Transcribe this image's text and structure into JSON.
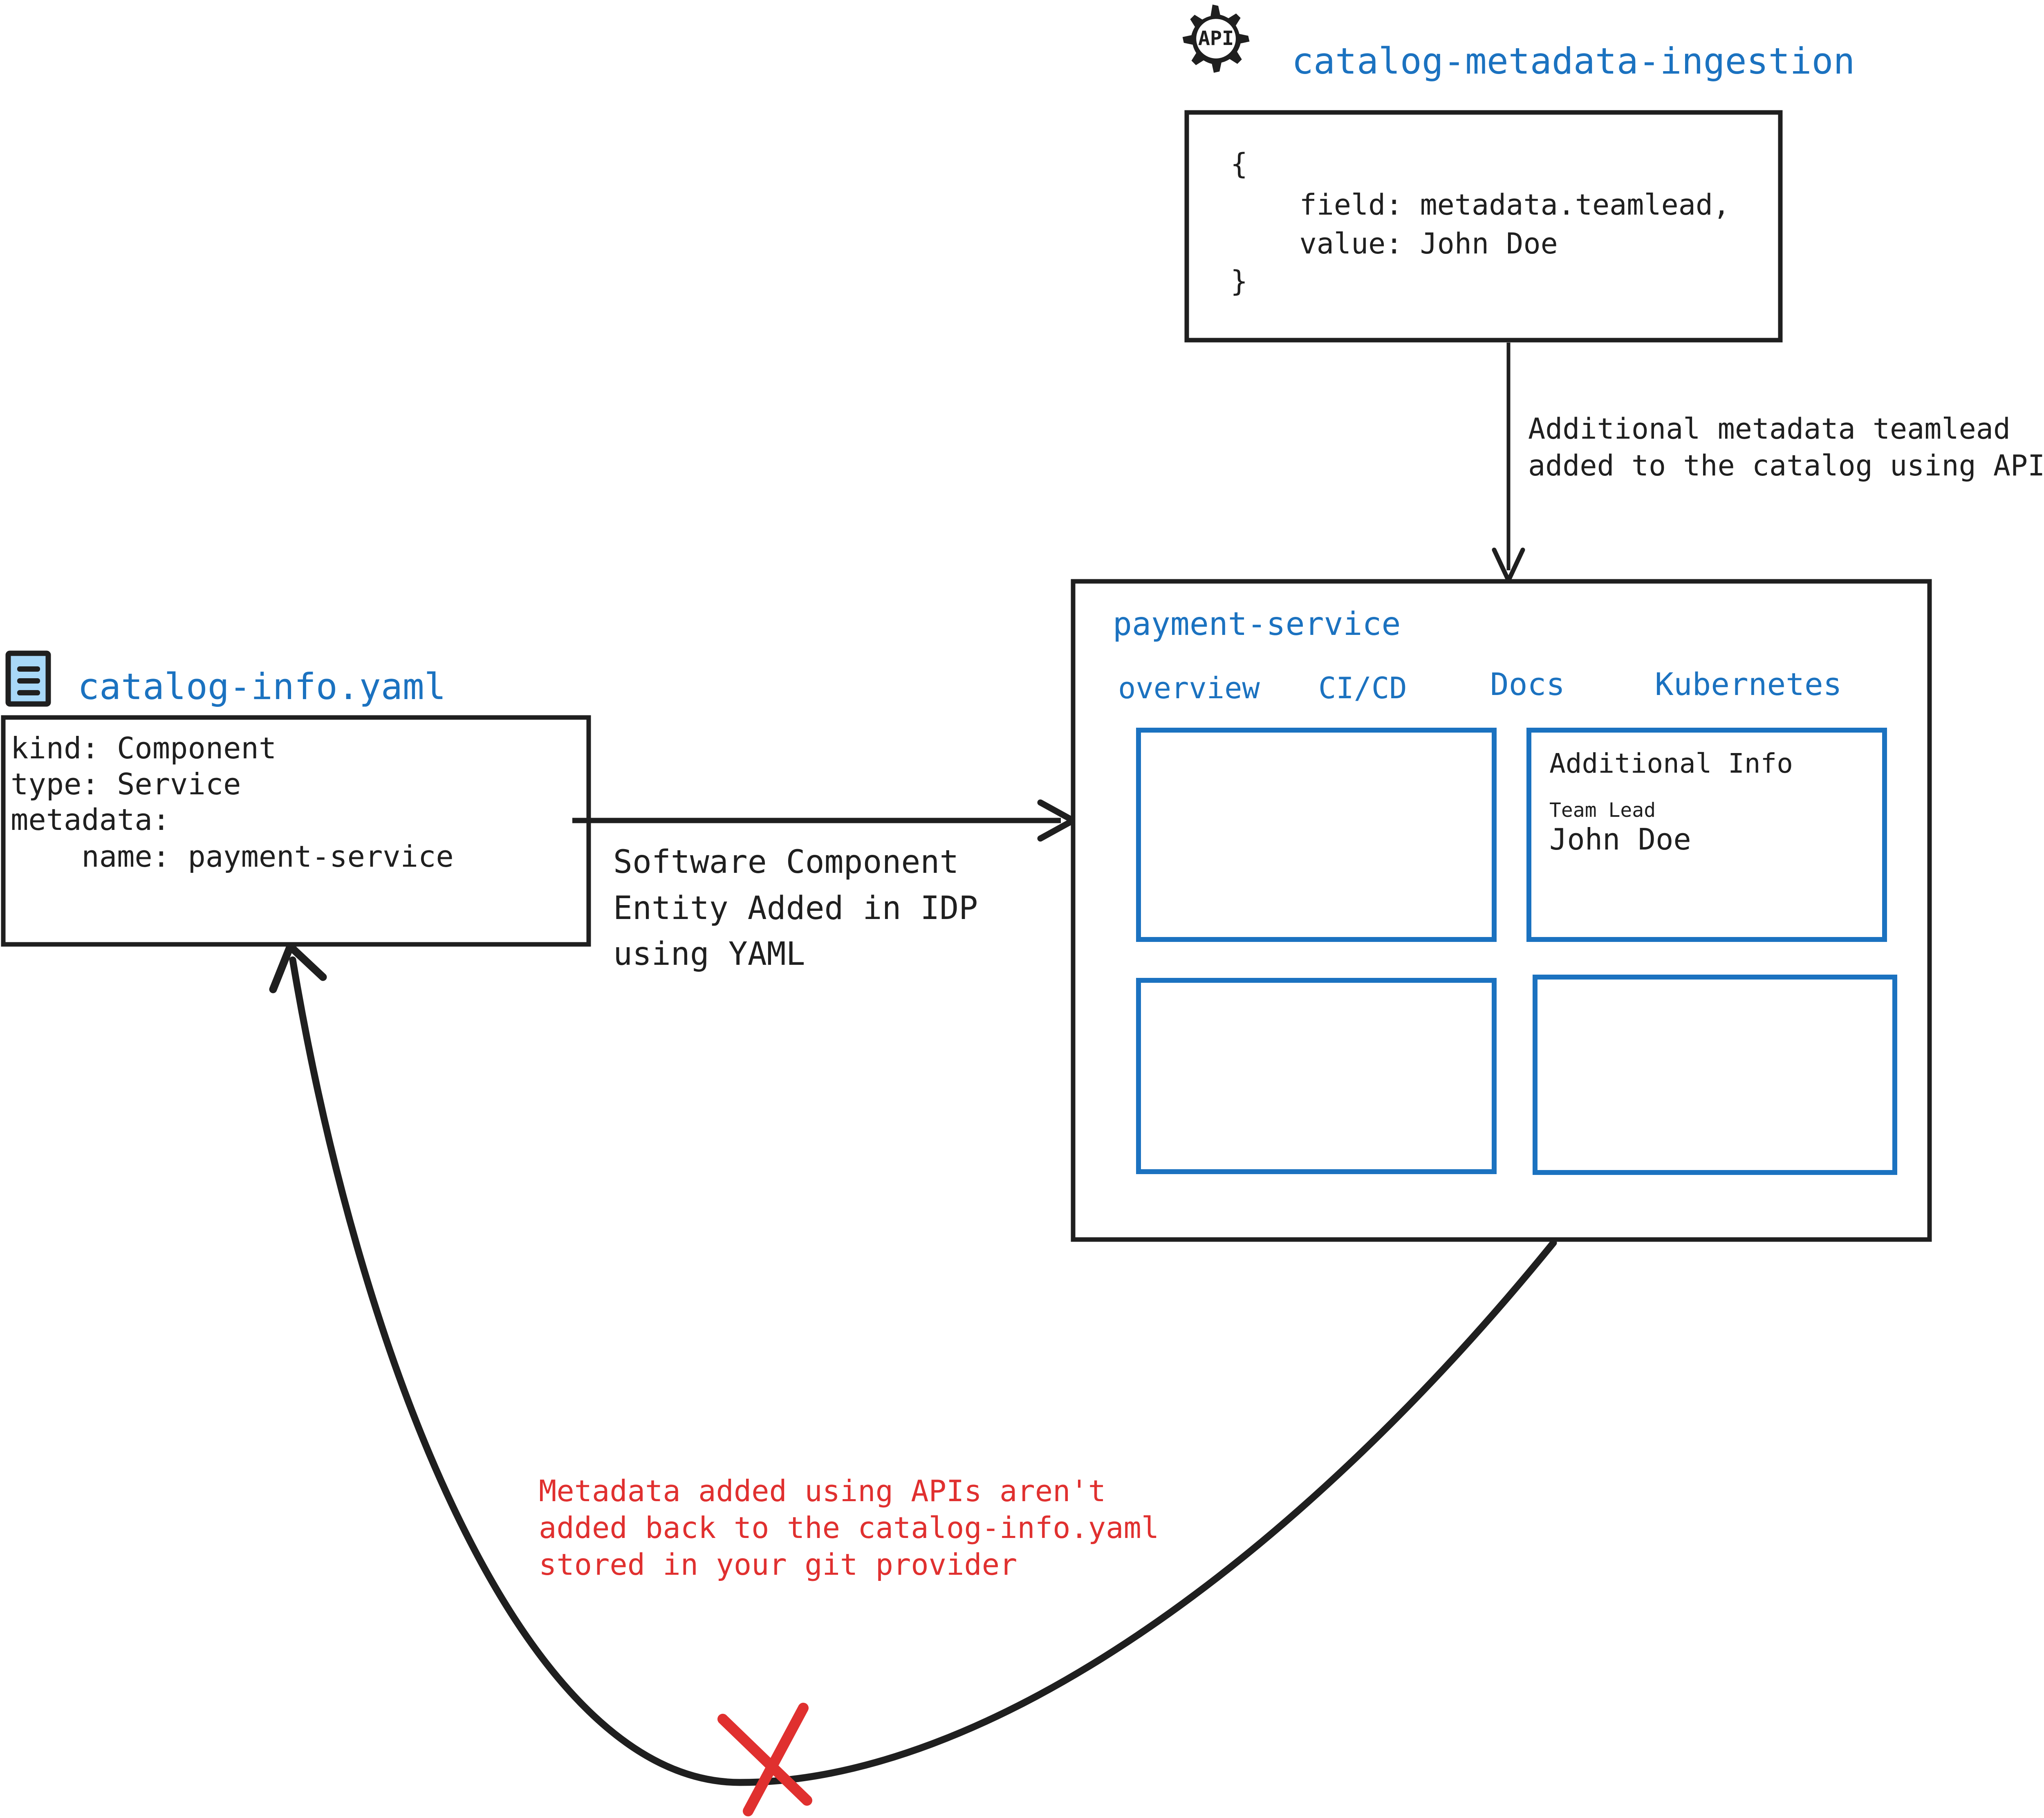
{
  "colors": {
    "ink": "#1f1f1f",
    "blue": "#1b72c0",
    "red": "#e0302f",
    "file_icon_fill": "#a8d8f8",
    "background": "#ffffff"
  },
  "api_node": {
    "icon": "gear-api-icon",
    "icon_label": "API",
    "title": "catalog-metadata-ingestion",
    "code_lines": [
      "{",
      "    field: metadata.teamlead,",
      "    value: John Doe",
      "}"
    ]
  },
  "yaml_node": {
    "icon": "yaml-file-icon",
    "title": "catalog-info.yaml",
    "code_lines": [
      "kind: Component",
      "type: Service",
      "metadata:",
      "    name: payment-service"
    ]
  },
  "edges": {
    "api_to_catalog": {
      "name": "api-to-catalog-arrow",
      "label_lines": [
        "Additional metadata teamlead",
        "added to the catalog using APIs"
      ]
    },
    "yaml_to_catalog": {
      "name": "yaml-to-catalog-arrow",
      "label_lines": [
        "Software Component",
        "Entity Added in IDP",
        "using YAML"
      ]
    },
    "catalog_back_to_yaml": {
      "name": "catalog-back-to-yaml-arrow",
      "blocked": true,
      "blocked_marker": "red-x-icon",
      "label_lines": [
        "Metadata added using APIs aren't",
        "added back to the catalog-info.yaml",
        "stored in your git provider"
      ]
    }
  },
  "catalog_panel": {
    "title": "payment-service",
    "tabs": [
      {
        "label": "overview"
      },
      {
        "label": "CI/CD"
      },
      {
        "label": "Docs"
      },
      {
        "label": "Kubernetes"
      }
    ],
    "cards": [
      {
        "name": "card-empty-top-left",
        "title": "",
        "rows": []
      },
      {
        "name": "card-additional-info",
        "title": "Additional Info",
        "rows": [
          {
            "label": "Team Lead",
            "value": "John Doe"
          }
        ]
      },
      {
        "name": "card-empty-bottom-left",
        "title": "",
        "rows": []
      },
      {
        "name": "card-empty-bottom-right",
        "title": "",
        "rows": []
      }
    ]
  }
}
